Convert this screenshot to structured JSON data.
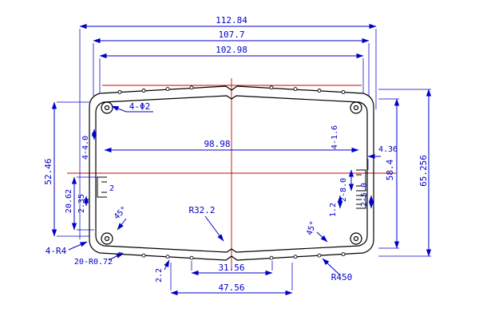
{
  "drawing": {
    "type": "cad-profile-cross-section",
    "background": "#ffffff",
    "colors": {
      "outline": "#000000",
      "dimension": "#0000c8",
      "centerline": "#cc0000"
    },
    "dims": {
      "overall_width": "112.84",
      "outer_width": "107.7",
      "mid_width": "102.98",
      "cavity_width": "98.98",
      "corner_holes": "4-Φ2",
      "left_height": "52.46",
      "left_slot_span": "20.62",
      "left_slot_offset": "2.35",
      "left_ribs": "4-4.0",
      "slot_width": "2",
      "chamfer_left": "45°",
      "bottom_radius": "R32.2",
      "wall_thickness": "2.2",
      "bottom_inner_width": "31.56",
      "bottom_outer_width": "47.56",
      "bottom_face_radius": "R450",
      "chamfer_right": "45°",
      "right_ribs": "4-1.6",
      "right_offset": "4.36",
      "right_height": "58.4",
      "overall_height": "65.256",
      "right_slot_a": "2-8.0",
      "right_slot_b": "2-5.0",
      "right_slot_gap": "1.2",
      "corner_radius": "4-R4",
      "serration_radius": "20-R0.72"
    }
  }
}
